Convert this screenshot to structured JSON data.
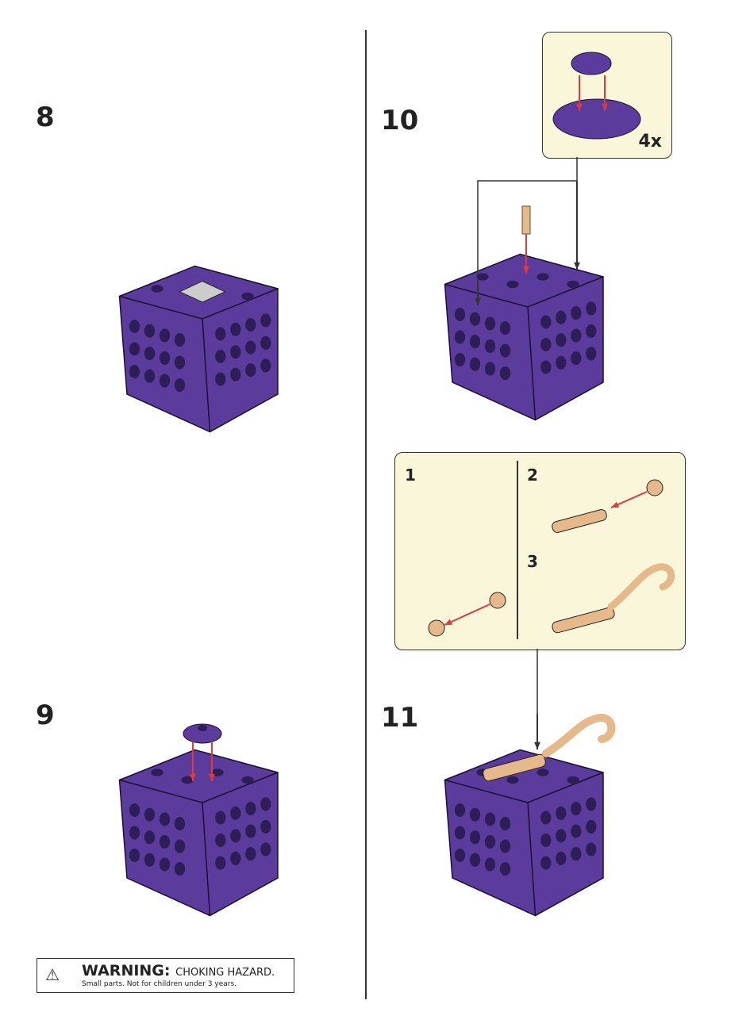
{
  "steps": [
    {
      "number": "8"
    },
    {
      "number": "9"
    },
    {
      "number": "10"
    },
    {
      "number": "11"
    }
  ],
  "callout_step10": {
    "multiplier": "4x"
  },
  "callout_substeps": {
    "labels": [
      "1",
      "2",
      "3"
    ]
  },
  "warning": {
    "icon": "warning-triangle-icon",
    "title": "WARNING:",
    "subtitle": "CHOKING HAZARD.",
    "body": "Small parts. Not for children under 3 years."
  },
  "colors": {
    "purple": "#5b3c9c",
    "stud": "#2f1d58",
    "tan": "#e6b98a",
    "arrow": "#e03a3a",
    "callout": "#faf6d9"
  }
}
